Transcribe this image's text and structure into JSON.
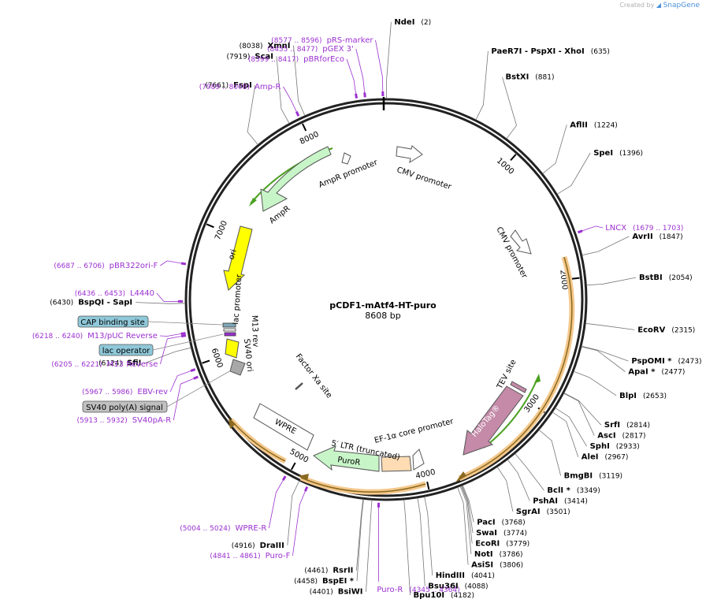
{
  "brand": {
    "created_by": "Created by",
    "name": "SnapGene"
  },
  "plasmid": {
    "name": "pCDF1-mAtf4-HT-puro",
    "length_text": "8608 bp",
    "length": 8608
  },
  "colors": {
    "primer": "#9b30d0",
    "arrow_green": "#c8f5c8",
    "ori_yellow": "#ffff00",
    "halotag": "#c48aa8",
    "puror": "#c8f5c8",
    "ef1a": "#ffdcb4",
    "orf_orange": "#f5c88c",
    "orf_dark": "#8a6a20",
    "green_line": "#4aa020",
    "misc_box": "#8fc8d8",
    "gray_box": "#c0c0c0"
  },
  "ticks": [
    {
      "pos": 1000,
      "label": "1000"
    },
    {
      "pos": 2000,
      "label": "2000"
    },
    {
      "pos": 3000,
      "label": "3000"
    },
    {
      "pos": 4000,
      "label": "4000"
    },
    {
      "pos": 5000,
      "label": "5000"
    },
    {
      "pos": 6000,
      "label": "6000"
    },
    {
      "pos": 7000,
      "label": "7000"
    },
    {
      "pos": 8000,
      "label": "8000"
    }
  ],
  "enzymes": [
    {
      "name": "NdeI",
      "pos_text": "(2)",
      "pos": 2
    },
    {
      "name": "PaeR7I - PspXI - XhoI",
      "pos_text": "(635)",
      "pos": 635
    },
    {
      "name": "BstXI",
      "pos_text": "(881)",
      "pos": 881
    },
    {
      "name": "AflII",
      "pos_text": "(1224)",
      "pos": 1224
    },
    {
      "name": "SpeI",
      "pos_text": "(1396)",
      "pos": 1396
    },
    {
      "name": "AvrII",
      "pos_text": "(1847)",
      "pos": 1847
    },
    {
      "name": "BstBI",
      "pos_text": "(2054)",
      "pos": 2054
    },
    {
      "name": "EcoRV",
      "pos_text": "(2315)",
      "pos": 2315
    },
    {
      "name": "PspOMI *",
      "pos_text": "(2473)",
      "pos": 2473
    },
    {
      "name": "ApaI *",
      "pos_text": "(2477)",
      "pos": 2477
    },
    {
      "name": "BlpI",
      "pos_text": "(2653)",
      "pos": 2653
    },
    {
      "name": "SrfI",
      "pos_text": "(2814)",
      "pos": 2814
    },
    {
      "name": "AscI",
      "pos_text": "(2817)",
      "pos": 2817
    },
    {
      "name": "SphI",
      "pos_text": "(2933)",
      "pos": 2933
    },
    {
      "name": "AleI",
      "pos_text": "(2967)",
      "pos": 2967
    },
    {
      "name": "BmgBI",
      "pos_text": "(3119)",
      "pos": 3119
    },
    {
      "name": "BclI *",
      "pos_text": "(3349)",
      "pos": 3349
    },
    {
      "name": "PshAI",
      "pos_text": "(3414)",
      "pos": 3414
    },
    {
      "name": "SgrAI",
      "pos_text": "(3501)",
      "pos": 3501
    },
    {
      "name": "PacI",
      "pos_text": "(3768)",
      "pos": 3768
    },
    {
      "name": "SwaI",
      "pos_text": "(3774)",
      "pos": 3774
    },
    {
      "name": "EcoRI",
      "pos_text": "(3779)",
      "pos": 3779
    },
    {
      "name": "NotI",
      "pos_text": "(3786)",
      "pos": 3786
    },
    {
      "name": "AsiSI",
      "pos_text": "(3806)",
      "pos": 3806
    },
    {
      "name": "HindIII",
      "pos_text": "(4041)",
      "pos": 4041
    },
    {
      "name": "Bsu36I",
      "pos_text": "(4088)",
      "pos": 4088
    },
    {
      "name": "Bpu10I",
      "pos_text": "(4182)",
      "pos": 4182
    },
    {
      "name": "BsiWI",
      "pos_text": "(4401)",
      "pos": 4401
    },
    {
      "name": "BspEI *",
      "pos_text": "(4458)",
      "pos": 4458
    },
    {
      "name": "RsrII",
      "pos_text": "(4461)",
      "pos": 4461
    },
    {
      "name": "DraIII",
      "pos_text": "(4916)",
      "pos": 4916
    },
    {
      "name": "SfiI",
      "pos_text": "(6124)",
      "pos": 6124
    },
    {
      "name": "BspQI - SapI",
      "pos_text": "(6430)",
      "pos": 6430
    },
    {
      "name": "FspI",
      "pos_text": "(7661)",
      "pos": 7661
    },
    {
      "name": "ScaI",
      "pos_text": "(7919)",
      "pos": 7919
    },
    {
      "name": "XmnI",
      "pos_text": "(8038)",
      "pos": 8038
    }
  ],
  "primers": [
    {
      "name": "pRS-marker",
      "range_text": "(8577 .. 8596)",
      "pos": 8586
    },
    {
      "name": "pGEX 3'",
      "range_text": "(8455 .. 8477)",
      "pos": 8466
    },
    {
      "name": "pBRforEco",
      "range_text": "(8399 .. 8417)",
      "pos": 8408
    },
    {
      "name": "Amp-R",
      "range_text": "(7989 .. 8008)",
      "pos": 7998
    },
    {
      "name": "LNCX",
      "range_text": "(1679 .. 1703)",
      "pos": 1691
    },
    {
      "name": "pBR322ori-F",
      "range_text": "(6687 .. 6706)",
      "pos": 6696
    },
    {
      "name": "L4440",
      "range_text": "(6436 .. 6453)",
      "pos": 6444
    },
    {
      "name": "M13/pUC Reverse",
      "range_text": "(6218 .. 6240)",
      "pos": 6229
    },
    {
      "name": "M13 Reverse",
      "range_text": "(6205 .. 6221)",
      "pos": 6213
    },
    {
      "name": "EBV-rev",
      "range_text": "(5967 .. 5986)",
      "pos": 5976
    },
    {
      "name": "SV40pA-R",
      "range_text": "(5913 .. 5932)",
      "pos": 5922
    },
    {
      "name": "WPRE-R",
      "range_text": "(5004 .. 5024)",
      "pos": 5014
    },
    {
      "name": "Puro-F",
      "range_text": "(4841 .. 4861)",
      "pos": 4851
    },
    {
      "name": "Puro-R",
      "range_text": "(4345 .. 4364)",
      "pos": 4354
    }
  ],
  "boxed_labels": [
    {
      "name": "CAP binding site"
    },
    {
      "name": "lac operator"
    },
    {
      "name": "SV40 poly(A) signal"
    }
  ],
  "features": [
    {
      "name": "AmpR promoter"
    },
    {
      "name": "AmpR"
    },
    {
      "name": "CMV promoter"
    },
    {
      "name": "CMV promoter"
    },
    {
      "name": "ori"
    },
    {
      "name": "lac promoter"
    },
    {
      "name": "M13 rev"
    },
    {
      "name": "SV40 ori"
    },
    {
      "name": "Factor Xa site"
    },
    {
      "name": "TEV site"
    },
    {
      "name": "HaloTag®"
    },
    {
      "name": "EF-1α core promoter"
    },
    {
      "name": "5′ LTR (truncated)"
    },
    {
      "name": "PuroR"
    },
    {
      "name": "WPRE"
    }
  ]
}
